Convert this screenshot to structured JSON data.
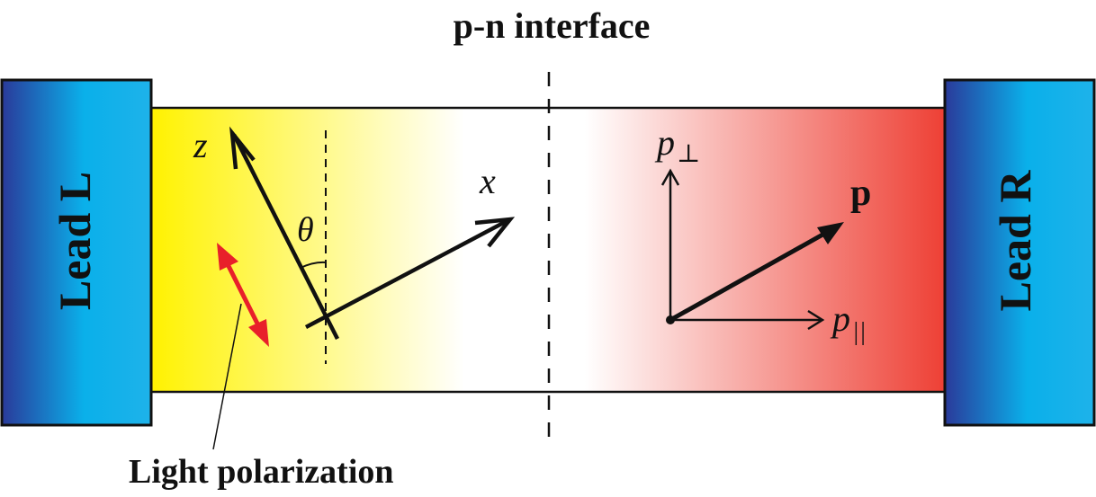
{
  "interface_label": "p-n interface",
  "lead_left": "Lead L",
  "lead_right": "Lead R",
  "polarization_label": "Light polarization",
  "axis_z": "z",
  "axis_x": "x",
  "angle_symbol": "θ",
  "momentum_vector": "p",
  "p_perp": "p",
  "p_perp_sub": "⊥",
  "p_par": "p",
  "p_par_sub": "||",
  "colors": {
    "lead_dark": "#2a3a9a",
    "lead_light": "#14b4ec",
    "p_region": "#fff200",
    "n_region": "#ee4035",
    "polarization_arrow": "#e8202a",
    "stroke": "#111111"
  }
}
